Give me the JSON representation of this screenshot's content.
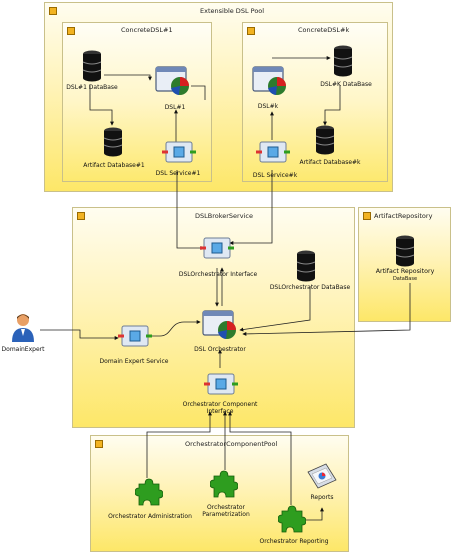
{
  "pools": {
    "extensible": "Extensible DSL Pool",
    "concrete1": "ConcreteDSL#1",
    "concretek": "ConcreteDSL#k",
    "broker": "DSLBrokerService",
    "artifact_repo": "ArtifactRepository",
    "component_pool": "OrchestratorComponentPool"
  },
  "nodes": {
    "dsl1_db": "DSL#1 DataBase",
    "dsl1": "DSL#1",
    "artifact_db1": "Artifact Database#1",
    "dsl_service1": "DSL Service#1",
    "dslk": "DSL#k",
    "dslk_db": "DSL#K DataBase",
    "artifact_dbk": "Artifact Database#k",
    "dsl_servicek": "DSL Service#k",
    "orch_interface": "DSLOrchestrator Interface",
    "orch_db": "DSLOrchestrator DataBase",
    "artifact_repo_db_line1": "Artifact Repository",
    "artifact_repo_db_line2": "DataBase",
    "domain_expert": "DomainExpert",
    "domain_expert_service": "Domain Expert Service",
    "dsl_orchestrator": "DSL Orchestrator",
    "orch_component_if_line1": "Orchestrator Component",
    "orch_component_if_line2": "Interface",
    "orch_admin": "Orchestrator Administration",
    "orch_param_line1": "Orchestrator",
    "orch_param_line2": "Parametrization",
    "orch_reporting": "Orchestrator Reporting",
    "reports": "Reports"
  },
  "colors": {
    "pool_fill": "#fde768",
    "badge": "#f2b322",
    "service_blue": "#5aa9e6",
    "puzzle_green": "#2e9d1f"
  }
}
